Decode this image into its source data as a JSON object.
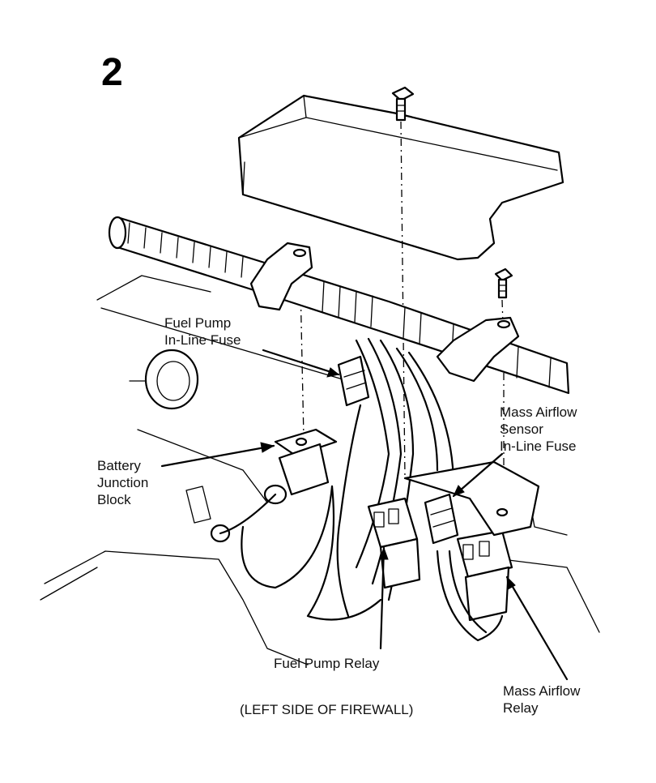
{
  "figure": {
    "number": "2"
  },
  "labels": {
    "fuel_pump_inline_fuse": "Fuel Pump\nIn-Line Fuse",
    "battery_junction_block": "Battery\nJunction\nBlock",
    "maf_sensor_inline_fuse": "Mass Airflow\nSensor\nIn-Line Fuse",
    "fuel_pump_relay": "Fuel Pump Relay",
    "caption": "(LEFT SIDE OF FIREWALL)",
    "maf_relay": "Mass Airflow\nRelay"
  }
}
